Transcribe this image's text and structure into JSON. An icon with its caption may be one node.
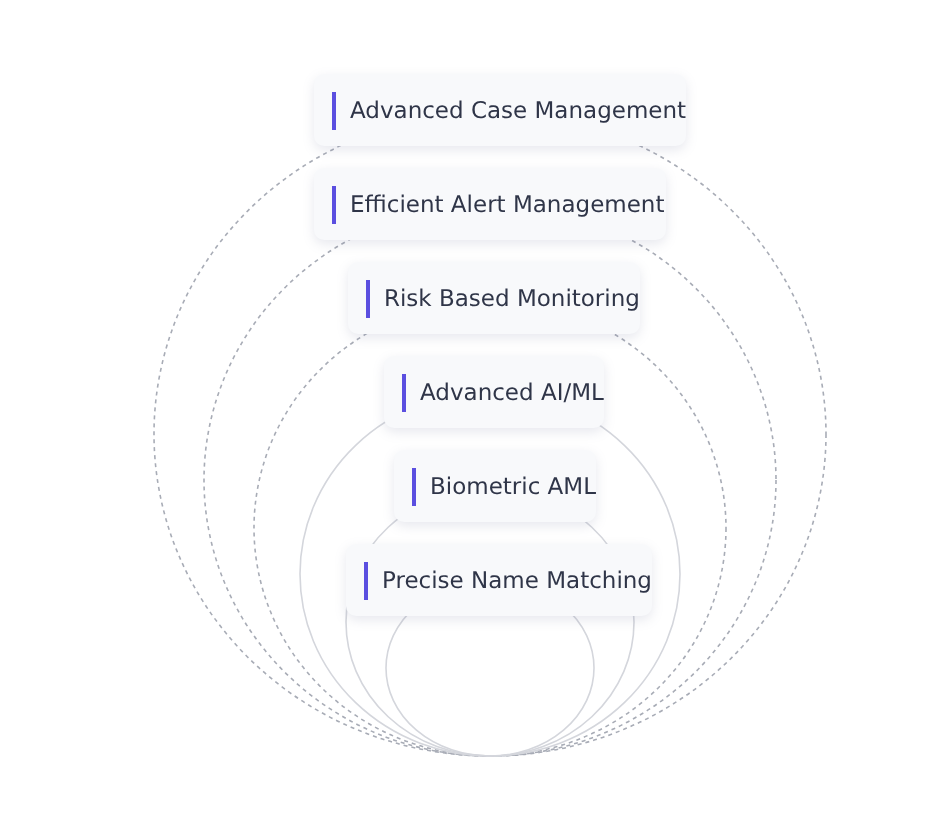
{
  "diagram": {
    "nodes": [
      {
        "text": [
          "Advanced Case Management"
        ]
      },
      {
        "text": [
          "Efficient Alert Management"
        ]
      },
      {
        "text": [
          "Risk Based Monitoring"
        ]
      },
      {
        "text": [
          "Advanced AI/ML"
        ]
      },
      {
        "text": [
          "Biometric AML"
        ]
      },
      {
        "text": [
          "Precise Name Matching"
        ]
      }
    ]
  }
}
